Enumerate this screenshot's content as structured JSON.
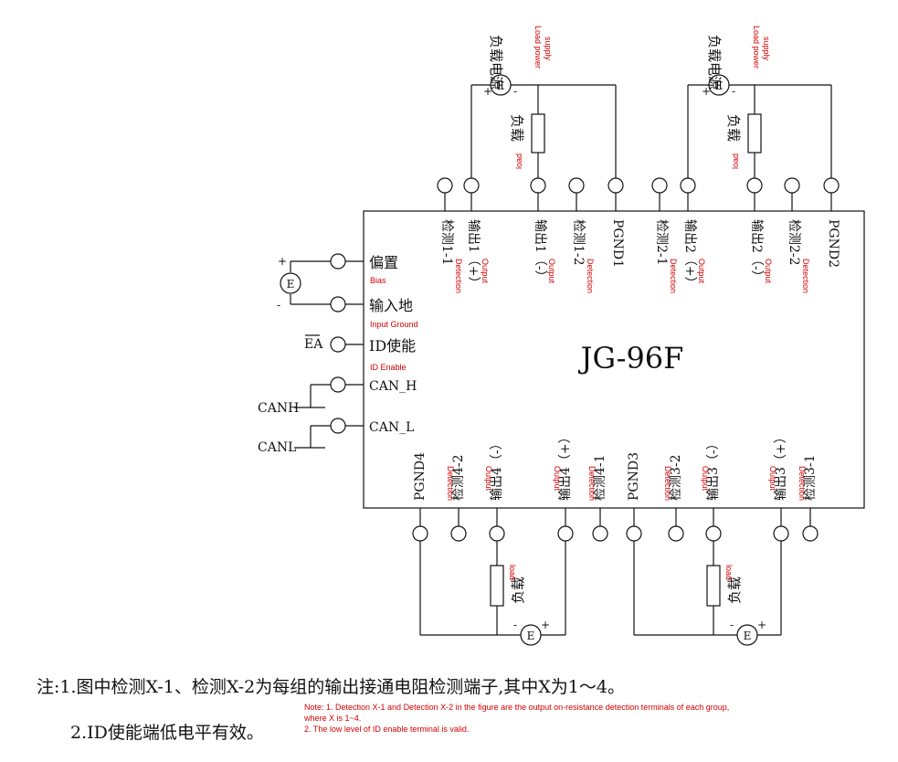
{
  "colors": {
    "line": "#111111",
    "translation": "#d40000",
    "background": "#ffffff"
  },
  "device": {
    "model": "JG-96F"
  },
  "left_terminals": {
    "bias": {
      "label": "偏置",
      "translation": "Bias"
    },
    "input_ground": {
      "label": "输入地",
      "translation": "Input Ground"
    },
    "id_enable": {
      "label": "ID使能",
      "translation": "ID Enable",
      "signal": "EA"
    },
    "can_h": {
      "label": "CAN_H",
      "signal": "CANH"
    },
    "can_l": {
      "label": "CAN_L",
      "signal": "CANL"
    },
    "source_symbol": "E",
    "plus": "+",
    "minus": "-"
  },
  "top_pins": [
    {
      "label": "检测1-1",
      "translation": "Detection"
    },
    {
      "label": "输出1（+）",
      "translation": "Output"
    },
    {
      "label": "输出1（-）",
      "translation": "Output"
    },
    {
      "label": "检测1-2",
      "translation": "Detection"
    },
    {
      "label": "PGND1",
      "translation": ""
    },
    {
      "label": "检测2-1",
      "translation": "Detection"
    },
    {
      "label": "输出2（+）",
      "translation": "Output"
    },
    {
      "label": "输出2（-）",
      "translation": "Output"
    },
    {
      "label": "检测2-2",
      "translation": "Detection"
    },
    {
      "label": "PGND2",
      "translation": ""
    }
  ],
  "bottom_pins": [
    {
      "label": "PGND4",
      "translation": ""
    },
    {
      "label": "检测4-2",
      "translation": "Detection"
    },
    {
      "label": "输出4（-）",
      "translation": "Output"
    },
    {
      "label": "输出4（+）",
      "translation": "Output"
    },
    {
      "label": "检测4-1",
      "translation": "Detection"
    },
    {
      "label": "PGND3",
      "translation": ""
    },
    {
      "label": "检测3-2",
      "translation": "Detection"
    },
    {
      "label": "输出3（-）",
      "translation": "Output"
    },
    {
      "label": "输出3（+）",
      "translation": "Output"
    },
    {
      "label": "检测3-1",
      "translation": "Detection"
    }
  ],
  "top_loads": [
    {
      "supply_label": "负载电源",
      "supply_translation_1": "Load power",
      "supply_translation_2": "supply",
      "load_label": "负载",
      "load_translation": "load",
      "symbol": "E",
      "plus": "+",
      "minus": "-"
    },
    {
      "supply_label": "负载电源",
      "supply_translation_1": "Load power",
      "supply_translation_2": "supply",
      "load_label": "负载",
      "load_translation": "load",
      "symbol": "E",
      "plus": "+",
      "minus": "-"
    }
  ],
  "bottom_loads": [
    {
      "load_label": "负载",
      "load_translation": "load",
      "symbol": "E",
      "plus": "+",
      "minus": "-"
    },
    {
      "load_label": "负载",
      "load_translation": "load",
      "symbol": "E",
      "plus": "+",
      "minus": "-"
    }
  ],
  "notes": {
    "line1": "注:1.图中检测X-1、检测X-2为每组的输出接通电阻检测端子,其中X为1～4。",
    "line2": "2.ID使能端低电平有效。",
    "translation1": "Note: 1. Detection X-1 and Detection X-2 in the figure are the output on-resistance detection terminals of each group,",
    "translation2": "where X is 1~4.",
    "translation3": "2. The low level of ID enable terminal is valid."
  }
}
